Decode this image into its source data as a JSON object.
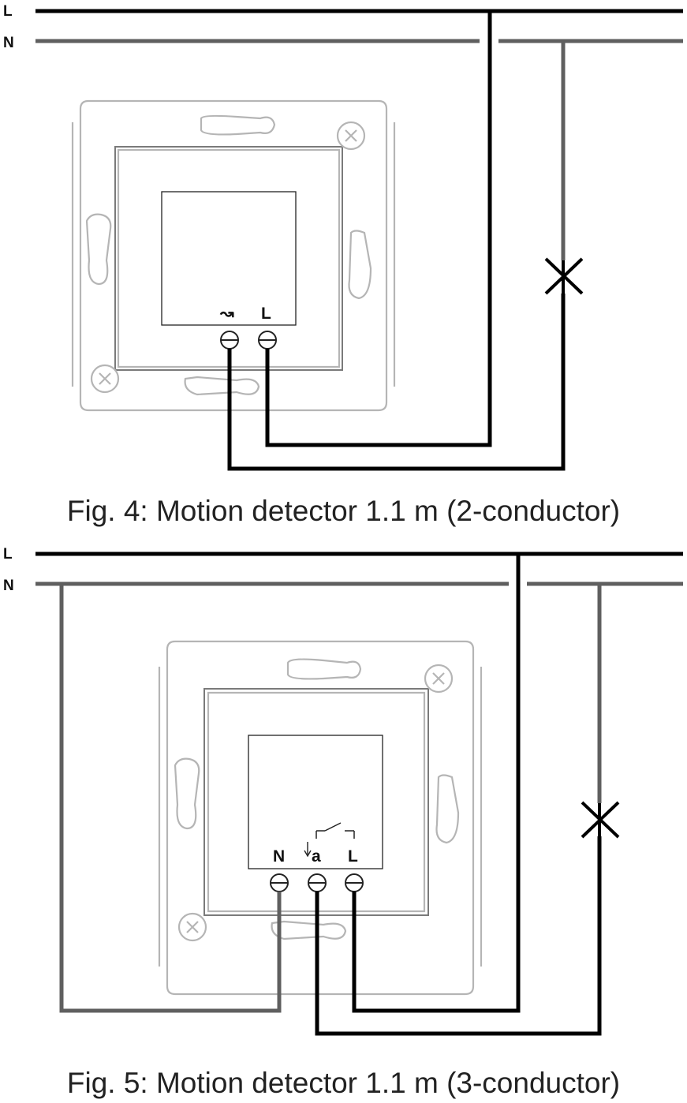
{
  "figure4": {
    "line_labels": {
      "L": "L",
      "N": "N"
    },
    "terminals": {
      "load": "↝",
      "L": "L"
    },
    "caption": "Fig. 4: Motion detector 1.1 m (2-conductor)"
  },
  "figure5": {
    "line_labels": {
      "L": "L",
      "N": "N"
    },
    "terminals": {
      "N": "N",
      "a": "a",
      "L": "L"
    },
    "caption": "Fig. 5: Motion detector 1.1 m (3-conductor)"
  }
}
